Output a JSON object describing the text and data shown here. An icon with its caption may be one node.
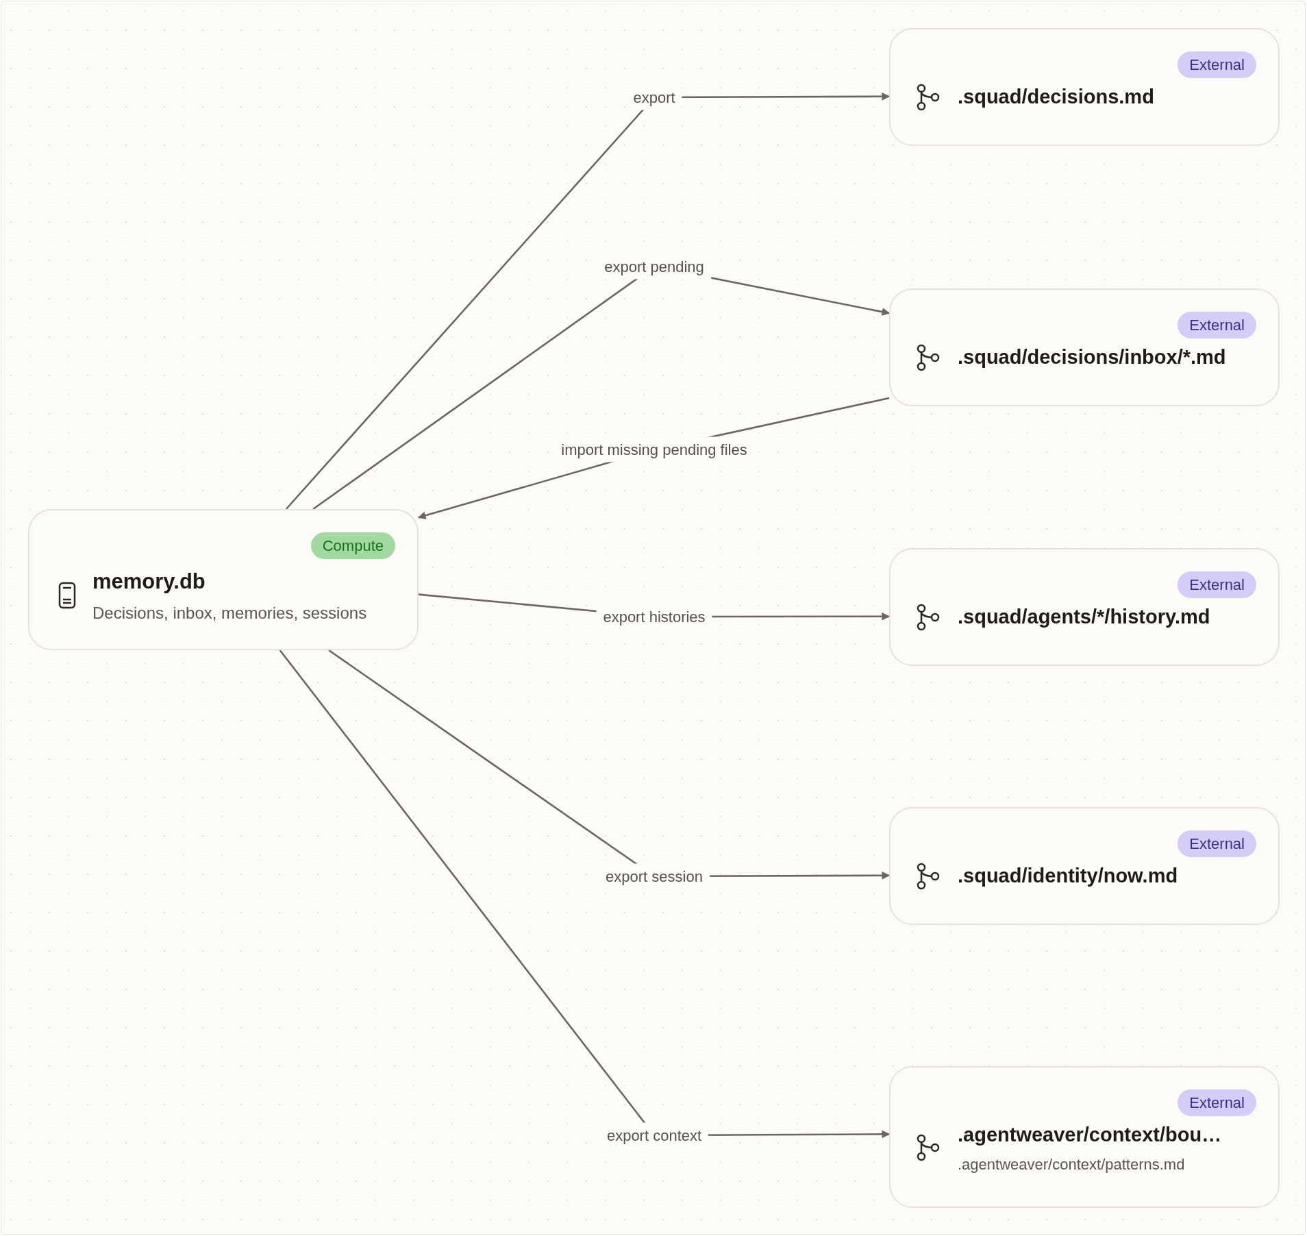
{
  "diagram": {
    "nodes": [
      {
        "text": [
          "Compute",
          "memory.db",
          "Decisions, inbox, memories, sessions"
        ]
      },
      {
        "text": [
          "External",
          ".squad/decisions.md"
        ]
      },
      {
        "text": [
          "External",
          ".squad/decisions/inbox/*.md"
        ]
      },
      {
        "text": [
          "External",
          ".squad/agents/*/history.md"
        ]
      },
      {
        "text": [
          "External",
          ".squad/identity/now.md"
        ]
      },
      {
        "text": [
          "External",
          ".agentweaver/context/bou…",
          ".agentweaver/context/patterns.md"
        ]
      }
    ],
    "edges": [
      {
        "from": 0,
        "to": 1,
        "arrow": "to",
        "label": "export"
      },
      {
        "from": 0,
        "to": 2,
        "arrow": "to",
        "label": "export pending"
      },
      {
        "from": 2,
        "to": 0,
        "arrow": "to",
        "label": "import missing pending files"
      },
      {
        "from": 0,
        "to": 3,
        "arrow": "to",
        "label": "export histories"
      },
      {
        "from": 0,
        "to": 4,
        "arrow": "to",
        "label": "export session"
      },
      {
        "from": 0,
        "to": 5,
        "arrow": "to",
        "label": "export context"
      }
    ]
  }
}
